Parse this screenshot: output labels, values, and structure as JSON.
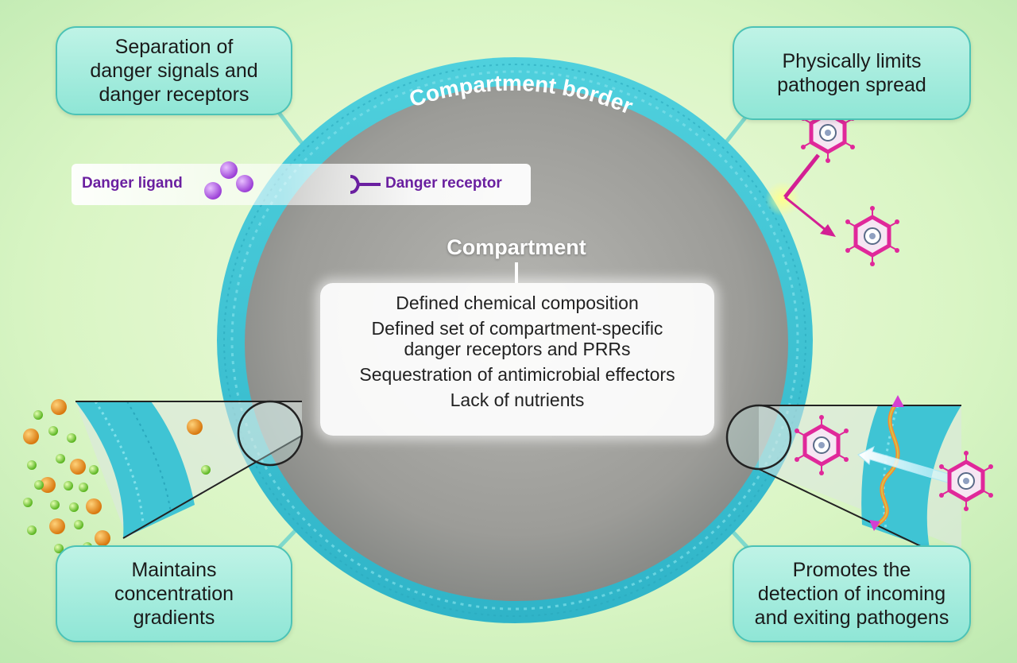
{
  "border_label": "Compartment border",
  "compartment": {
    "title": "Compartment",
    "properties": [
      "Defined chemical composition",
      "Defined set of compartment-specific\ndanger receptors and PRRs",
      "Sequestration of antimicrobial effectors",
      "Lack of nutrients"
    ]
  },
  "legend": {
    "ligand_label": "Danger ligand",
    "receptor_label": "Danger receptor"
  },
  "callouts": {
    "top_left": "Separation of\ndanger signals and\ndanger receptors",
    "top_right": "Physically limits\npathogen spread",
    "bottom_left": "Maintains\nconcentration\ngradients",
    "bottom_right": "Promotes the\ndetection of incoming\nand exiting pathogens"
  },
  "colors": {
    "background": "#d6f5c8",
    "membrane": "#3fc4d4",
    "interior": "#9a9a9a",
    "callout_fill": "#a6ecdc",
    "danger_text": "#6a1fa0",
    "pathogen": "#e0289a"
  }
}
